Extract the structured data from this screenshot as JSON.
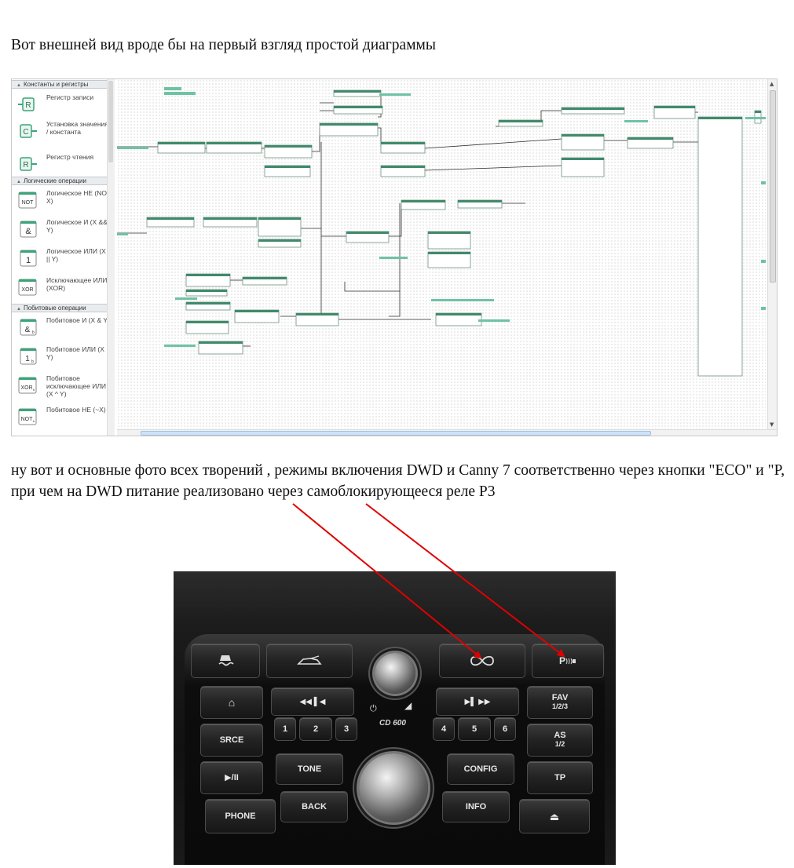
{
  "intro_text": "Вот внешней вид  вроде бы на первый взгляд простой диаграммы",
  "palette": {
    "sections": [
      {
        "title": "Константы и регистры"
      },
      {
        "title": "Логические операции"
      },
      {
        "title": "Побитовые операции"
      }
    ],
    "items": [
      {
        "icon": "R→",
        "label": "Регистр записи"
      },
      {
        "icon": "C",
        "label": "Установка значения / константа"
      },
      {
        "icon": "R",
        "label": "Регистр чтения"
      },
      {
        "icon": "NOT",
        "label": "Логическое НЕ (NOT X)"
      },
      {
        "icon": "&",
        "label": "Логическое И (X && Y)"
      },
      {
        "icon": "1",
        "label": "Логическое ИЛИ (X || Y)"
      },
      {
        "icon": "XOR",
        "label": "Исключающее ИЛИ (XOR)"
      },
      {
        "icon": "&b",
        "label": "Побитовое И (X & Y)"
      },
      {
        "icon": "1b",
        "label": "Побитовое ИЛИ (X | Y)"
      },
      {
        "icon": "XORb",
        "label": "Побитовое исключающее ИЛИ (X ^ Y)"
      },
      {
        "icon": "NOTb",
        "label": "Побитовое НЕ (~X)"
      }
    ],
    "accent_color": "#3aa57a"
  },
  "diagram": {
    "block_color": "#3f8a6b",
    "wire_color": "#2a2a2a"
  },
  "description_text": "ну вот и основные фото всех творений , режимы включения DWD и Canny 7 соответственно через кнопки \"ECO\" и \"P, при чем на DWD питание реализовано через самоблокирующееся реле Р3",
  "radio": {
    "model": "CD 600",
    "buttons": {
      "home": "⌂",
      "srce": "SRCE",
      "play_pause": "▶/II",
      "phone": "PHONE",
      "tone": "TONE",
      "back": "BACK",
      "config": "CONFIG",
      "info": "INFO",
      "fav": "FAV",
      "fav_sub": "1/2/3",
      "as": "AS",
      "as_sub": "1/2",
      "tp": "TP",
      "eject": "⏏",
      "prev": "◀◀ ▌◀",
      "next": "▶▌ ▶▶",
      "p": "P",
      "p1": "1",
      "p2": "2",
      "p3": "3",
      "p4": "4",
      "p5": "5",
      "p6": "6"
    },
    "arrow_color": "#e00000"
  }
}
